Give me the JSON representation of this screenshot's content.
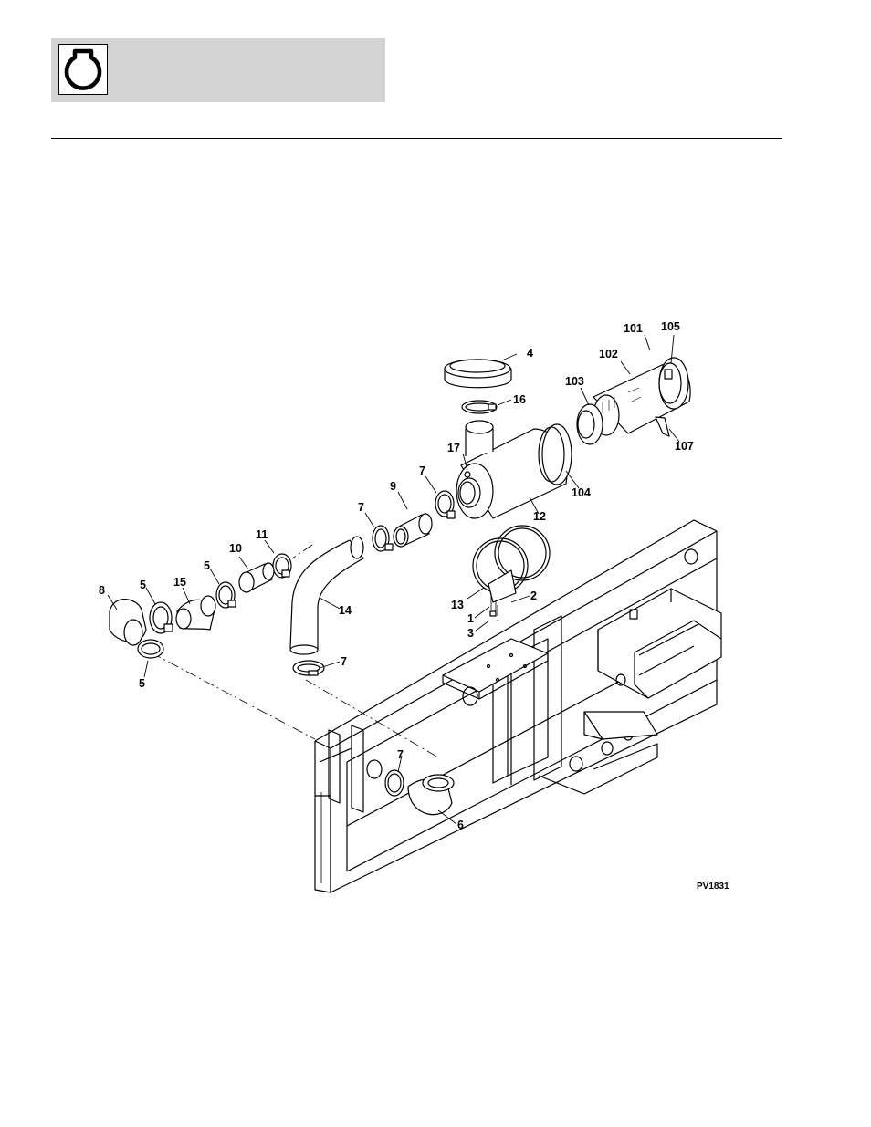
{
  "header": {
    "logo_icon": "engine-symbol-icon"
  },
  "diagram": {
    "figure_id": "PV1831",
    "callouts": [
      {
        "id": "c4",
        "label": "4"
      },
      {
        "id": "c16",
        "label": "16"
      },
      {
        "id": "c101",
        "label": "101"
      },
      {
        "id": "c105",
        "label": "105"
      },
      {
        "id": "c102",
        "label": "102"
      },
      {
        "id": "c103",
        "label": "103"
      },
      {
        "id": "c107",
        "label": "107"
      },
      {
        "id": "c17",
        "label": "17"
      },
      {
        "id": "c7a",
        "label": "7"
      },
      {
        "id": "c9",
        "label": "9"
      },
      {
        "id": "c104",
        "label": "104"
      },
      {
        "id": "c12",
        "label": "12"
      },
      {
        "id": "c7b",
        "label": "7"
      },
      {
        "id": "c11",
        "label": "11"
      },
      {
        "id": "c10",
        "label": "10"
      },
      {
        "id": "c5a",
        "label": "5"
      },
      {
        "id": "c15",
        "label": "15"
      },
      {
        "id": "c5b",
        "label": "5"
      },
      {
        "id": "c8",
        "label": "8"
      },
      {
        "id": "c14",
        "label": "14"
      },
      {
        "id": "c13",
        "label": "13"
      },
      {
        "id": "c2",
        "label": "2"
      },
      {
        "id": "c1",
        "label": "1"
      },
      {
        "id": "c3",
        "label": "3"
      },
      {
        "id": "c5c",
        "label": "5"
      },
      {
        "id": "c7c",
        "label": "7"
      },
      {
        "id": "c7d",
        "label": "7"
      },
      {
        "id": "c6",
        "label": "6"
      }
    ]
  }
}
